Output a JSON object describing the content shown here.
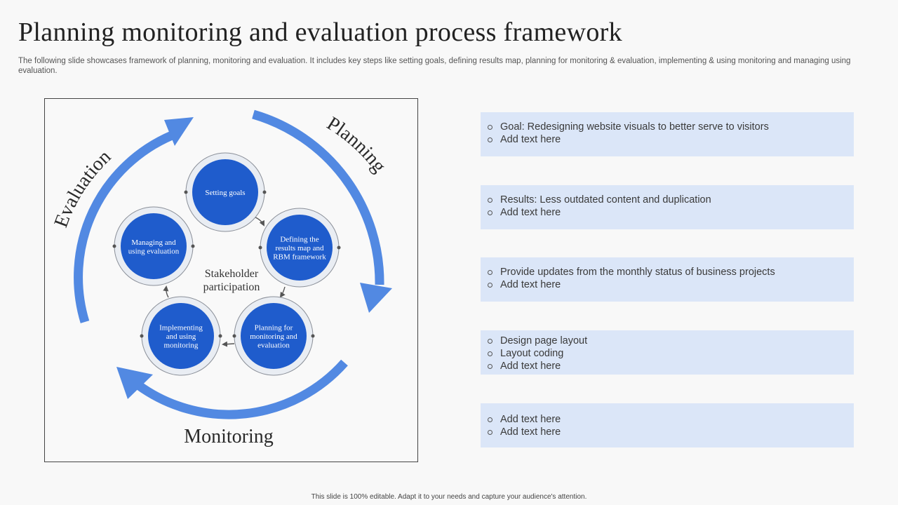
{
  "title": "Planning monitoring and evaluation process framework",
  "subtitle": "The following slide showcases framework of planning, monitoring and evaluation. It includes key steps like setting goals, defining results map, planning for monitoring & evaluation, implementing & using monitoring and managing using evaluation.",
  "diagram": {
    "arc_labels": {
      "planning": "Planning",
      "monitoring": "Monitoring",
      "evaluation": "Evaluation"
    },
    "center": [
      "Stakeholder",
      "participation"
    ],
    "nodes": [
      {
        "lines": [
          "Setting goals"
        ]
      },
      {
        "lines": [
          "Defining the",
          "results map and",
          "RBM framework"
        ]
      },
      {
        "lines": [
          "Planning for",
          "monitoring and",
          "evaluation"
        ]
      },
      {
        "lines": [
          "Implementing",
          "and using",
          "monitoring"
        ]
      },
      {
        "lines": [
          "Managing and",
          "using evaluation"
        ]
      }
    ],
    "colors": {
      "arrow": "#5289e2",
      "node_fill": "#1f5ccc",
      "node_ring": "#e9edf3"
    }
  },
  "boxes": [
    {
      "items": [
        "Goal: Redesigning website visuals to better serve to visitors",
        "Add text here"
      ]
    },
    {
      "items": [
        "Results: Less outdated content and duplication",
        "Add text here"
      ]
    },
    {
      "items": [
        "Provide updates from the monthly status of business projects",
        "Add text here"
      ]
    },
    {
      "items": [
        "Design page layout",
        "Layout coding",
        "Add text here"
      ]
    },
    {
      "items": [
        "Add text here",
        "Add text here"
      ]
    }
  ],
  "footer": "This slide is 100% editable. Adapt it to your needs and capture your audience's attention."
}
